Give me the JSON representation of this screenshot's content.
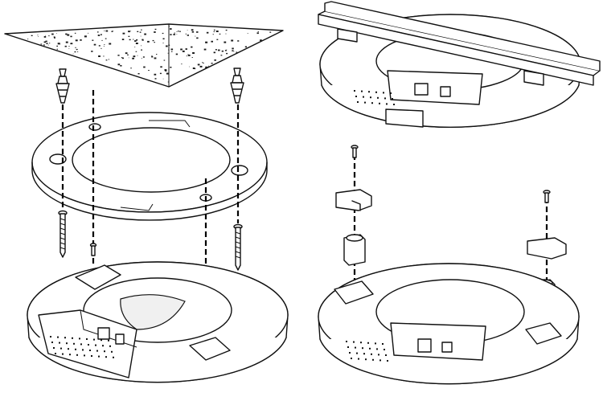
{
  "figure": {
    "panels": [
      {
        "name": "ceiling-mount-exploded-view",
        "steps": [
          "ceiling",
          "anchors",
          "mounting-plate",
          "screws",
          "access-point"
        ]
      },
      {
        "name": "t-rail-mount-view",
        "steps": [
          "t-rail-attached",
          "clips",
          "access-point"
        ]
      }
    ],
    "colors": {
      "line": "#111111",
      "background": "#ffffff",
      "speckle": "#1b1b1b"
    },
    "icons": [
      "wall-anchor-icon",
      "screw-icon",
      "ethernet-port-icon",
      "power-port-icon",
      "t-rail-clip-icon"
    ]
  }
}
